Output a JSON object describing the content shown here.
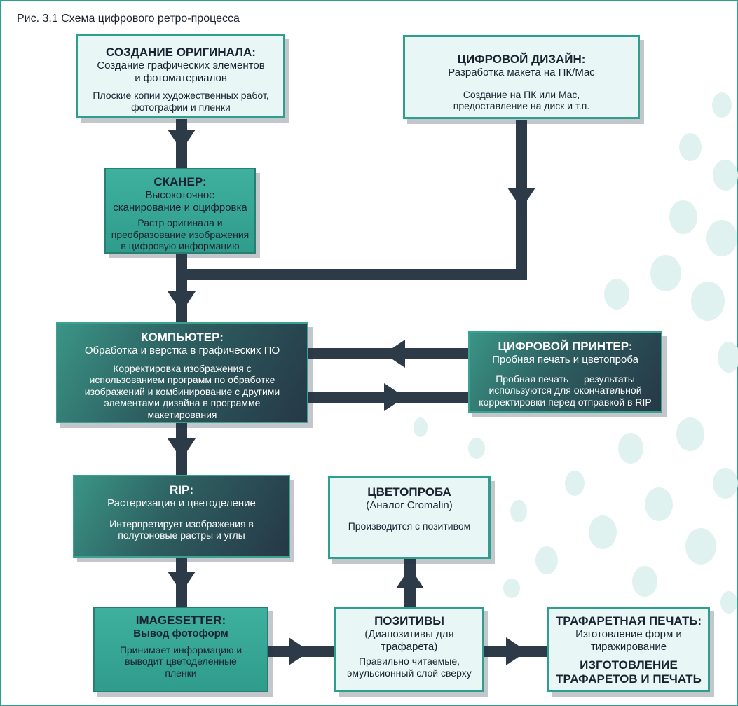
{
  "caption": "Рис. 3.1 Схема цифрового ретро-процесса",
  "boxes": {
    "original": {
      "title": "СОЗДАНИЕ ОРИГИНАЛА:",
      "subtitle": "Создание графических элементов и фотоматериалов",
      "description": "Плоские копии художественных работ, фотографии и пленки"
    },
    "digital_design": {
      "title": "ЦИФРОВОЙ ДИЗАЙН:",
      "subtitle": "Разработка макета на ПК/Mac",
      "description": "Создание на ПК или Mac, предоставление на диск и т.п."
    },
    "scanner": {
      "title": "СКАНЕР:",
      "subtitle": "Высокоточное сканирование и оцифровка",
      "description": "Растр оригинала и преобразование изображения в цифровую информацию"
    },
    "computer": {
      "title": "КОМПЬЮТЕР:",
      "subtitle": "Обработка и верстка в графических ПО",
      "description": "Корректировка изображения с использованием программ по обработке изображений и комбинирование с другими элементами дизайна в программе макетирования"
    },
    "printer": {
      "title": "ЦИФРОВОЙ ПРИНТЕР:",
      "subtitle": "Пробная печать и цветопроба",
      "description": "Пробная печать — результаты используются для окончательной корректировки перед отправкой в RIP"
    },
    "rip": {
      "title": "RIP:",
      "subtitle": "Растеризация и цветоделение",
      "description": "Интерпретирует изображения в полутоновые растры и углы"
    },
    "colorproof": {
      "title": "ЦВЕТОПРОБА",
      "subtitle": "(Аналог Cromalin)",
      "description": "Производится с позитивом"
    },
    "imagesetter": {
      "title": "IMAGESETTER:",
      "subtitle": "Вывод фотоформ",
      "description": "Принимает информацию и выводит цветоделенные пленки"
    },
    "positives": {
      "title": "ПОЗИТИВЫ",
      "subtitle": "(Диапозитивы для трафарета)",
      "description": "Правильно читаемые, эмульсионный слой сверху"
    },
    "screen_print": {
      "title": "ТРАФАРЕТНАЯ ПЕЧАТЬ:",
      "subtitle": "Изготовление форм и тиражирование",
      "description": "ИЗГОТОВЛЕНИЕ ТРАФАРЕТОВ И ПЕЧАТЬ"
    }
  },
  "colors": {
    "teal": "#2e9e8f",
    "connector": "#2d3a48",
    "light_fill": "#e8f6f6",
    "dark_fill": "#263846"
  }
}
